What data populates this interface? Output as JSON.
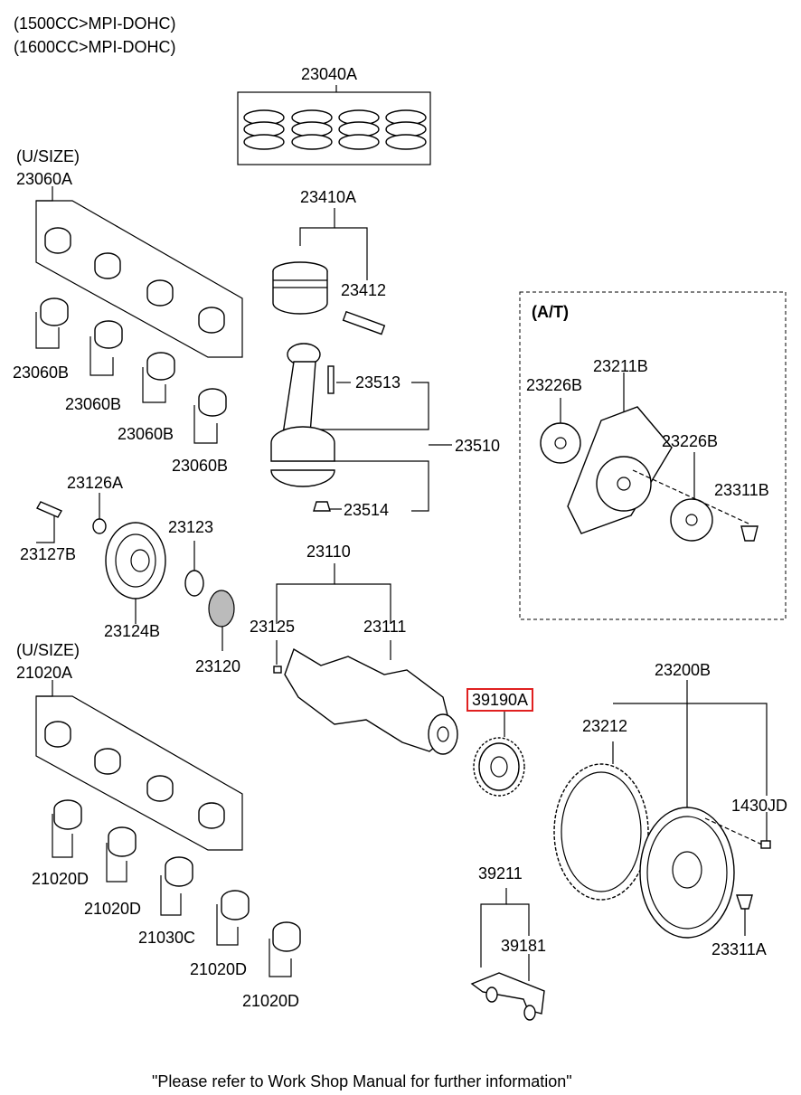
{
  "header": {
    "line1": "(1500CC>MPI-DOHC)",
    "line2": "(1600CC>MPI-DOHC)"
  },
  "labels": {
    "p23040A": "23040A",
    "usize1": "(U/SIZE)",
    "p23060A": "23060A",
    "p23410A": "23410A",
    "p23412": "23412",
    "p23060B_1": "23060B",
    "p23060B_2": "23060B",
    "p23060B_3": "23060B",
    "p23060B_4": "23060B",
    "p23513": "23513",
    "p23510": "23510",
    "p23514": "23514",
    "at": "(A/T)",
    "p23226B_1": "23226B",
    "p23211B": "23211B",
    "p23226B_2": "23226B",
    "p23311B": "23311B",
    "p23126A": "23126A",
    "p23127B": "23127B",
    "p23123": "23123",
    "p23124B": "23124B",
    "p23120": "23120",
    "p23110": "23110",
    "p23125": "23125",
    "p23111": "23111",
    "usize2": "(U/SIZE)",
    "p21020A": "21020A",
    "p39190A": "39190A",
    "p23200B": "23200B",
    "p23212": "23212",
    "p1430JD": "1430JD",
    "p21020D_1": "21020D",
    "p21020D_2": "21020D",
    "p21030C": "21030C",
    "p21020D_3": "21020D",
    "p21020D_4": "21020D",
    "p39211": "39211",
    "p39181": "39181",
    "p23311A": "23311A"
  },
  "footer": "\"Please refer to Work Shop Manual for further information\"",
  "colors": {
    "highlight": "#e02020",
    "line": "#000000",
    "background": "#ffffff"
  }
}
